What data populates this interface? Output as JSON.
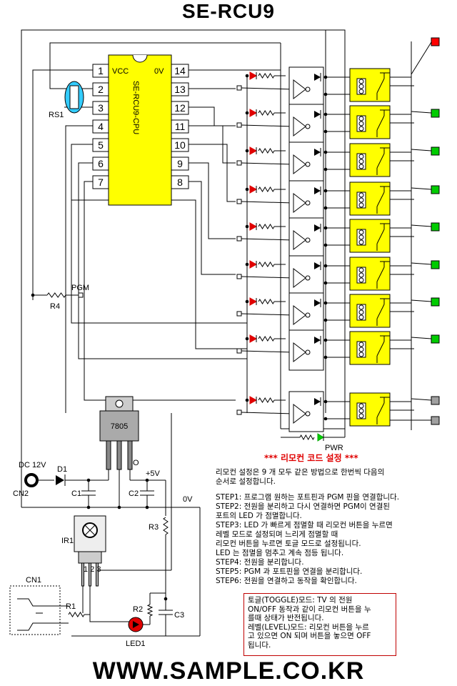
{
  "title": "SE-RCU9",
  "footer": "WWW.SAMPLE.CO.KR",
  "chip": {
    "name": "SE-RCU9-CPU",
    "vcc": "VCC",
    "gnd": "0V",
    "left_pins": [
      "1",
      "2",
      "3",
      "4",
      "5",
      "6",
      "7"
    ],
    "right_pins": [
      "14",
      "13",
      "12",
      "11",
      "10",
      "9",
      "8"
    ]
  },
  "labels": {
    "rs1": "RS1",
    "r4": "R4",
    "pgm": "PGM",
    "pwr": "PWR",
    "regulator": "7805",
    "reg_out": "O",
    "dc": "DC 12V",
    "d1": "D1",
    "cn2": "CN2",
    "c1": "C1",
    "c2": "C2",
    "plus5v": "+5V",
    "zero_v": "0V",
    "r3": "R3",
    "ir1": "IR1",
    "ir_pins": "1 2 3",
    "cn1": "CN1",
    "r1": "R1",
    "r2": "R2",
    "c3": "C3",
    "led1": "LED1"
  },
  "colors": {
    "relay": "#ffff00",
    "out_red": "#ff0000",
    "out_green": "#00cc00",
    "out_gray": "#a0a0a0",
    "crystal": "#33ccff",
    "title_red": "#e00000"
  },
  "notes": {
    "heading": "*** 리모컨 코드 설정 ***",
    "intro": [
      "리모컨 설정은 9 개 모두 같은 방법으로 한번씩 다음의",
      "순서로 설정합니다."
    ],
    "steps": [
      [
        "STEP1: 프로그램 원하는 포트핀과 PGM 핀을 연결합니다."
      ],
      [
        "STEP2: 전원을 분리하고 다시 연결하면 PGM이 연결된",
        "             포트의 LED 가 점멸합니다."
      ],
      [
        "STEP3: LED 가 빠르게 점멸할 때 리모컨 버튼을 누르면",
        "             레벨 모드로 설정되며 느리게 점멸할 때",
        "             리모컨 버튼을 누르면 토글 모드로 설정됩니다.",
        "             LED 는 점멸을 멈추고 계속 점등 됩니다."
      ],
      [
        "STEP4: 전원을 분리합니다."
      ],
      [
        "STEP5: PGM 과 포트핀을 연결을 분리합니다."
      ],
      [
        "STEP6: 전원을 연결하고 동작을 확인합니다."
      ]
    ],
    "box": [
      "토글(TOGGLE)모드: TV 의 전원",
      "ON/OFF 동작과 같이 리모컨 버튼을 누",
      "를때 상태가 반전됩니다.",
      "레벨(LEVEL)모드: 리모컨 버튼을 누르",
      "고 있으면 ON 되며 버튼을 놓으면 OFF",
      "됩니다."
    ]
  }
}
